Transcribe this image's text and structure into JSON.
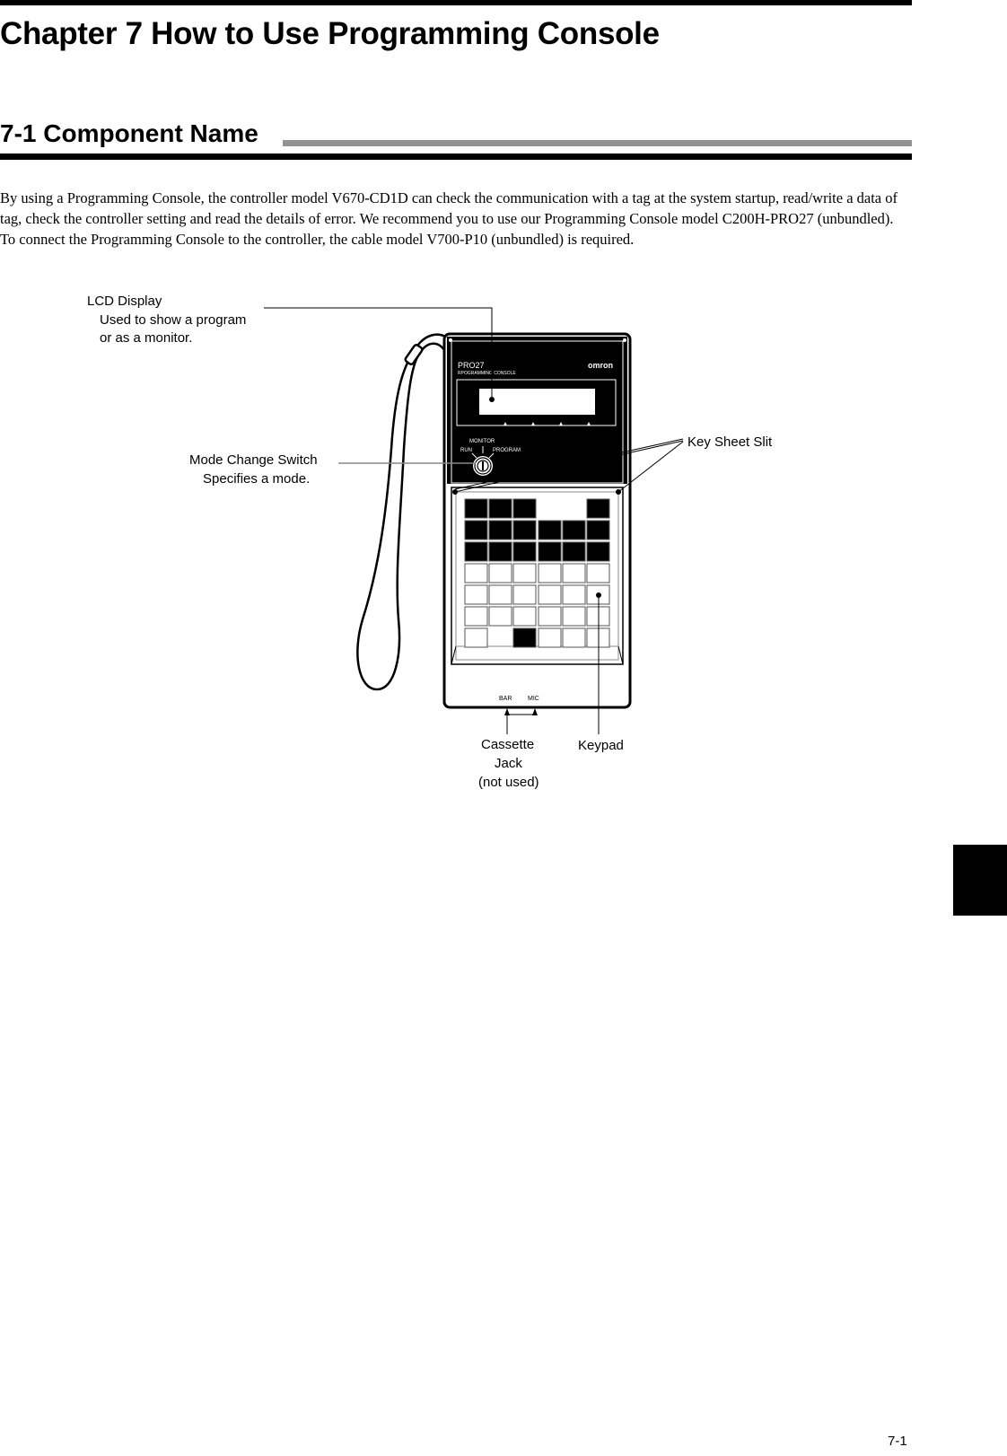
{
  "header": {
    "chapter_title": "Chapter 7  How to Use Programming Console",
    "section_title": "7-1  Component Name"
  },
  "body": {
    "intro_paragraph": "By using a Programming Console, the controller model V670-CD1D can check the communication with a tag at the system startup, read/write a data of tag, check the controller setting and read the details of error.  We recommend you to use our Programming Console model C200H-PRO27 (unbundled).  To connect the Programming Console to the controller, the cable model V700-P10 (unbundled) is required."
  },
  "figure": {
    "callouts": {
      "lcd_display": {
        "title": "LCD Display",
        "line1": "Used to show a program",
        "line2": "or as a monitor."
      },
      "mode_change_switch": {
        "title": "Mode Change Switch",
        "desc": "Specifies a mode."
      },
      "key_sheet_slit": {
        "title": "Key Sheet Slit"
      },
      "cassette_jack": {
        "line1": "Cassette",
        "line2": "Jack",
        "line3": "(not used)"
      },
      "keypad": {
        "title": "Keypad"
      }
    },
    "device": {
      "model": "PRO27",
      "subtitle": "RPOGRAMMING CONSOLE",
      "brand": "omron",
      "switch_labels": {
        "monitor": "MONITOR",
        "run": "RUN",
        "program": "PROGRAM"
      },
      "jack_labels": {
        "bar": "BAR",
        "mic": "MIC"
      }
    }
  },
  "footer": {
    "page_number": "7-1"
  }
}
